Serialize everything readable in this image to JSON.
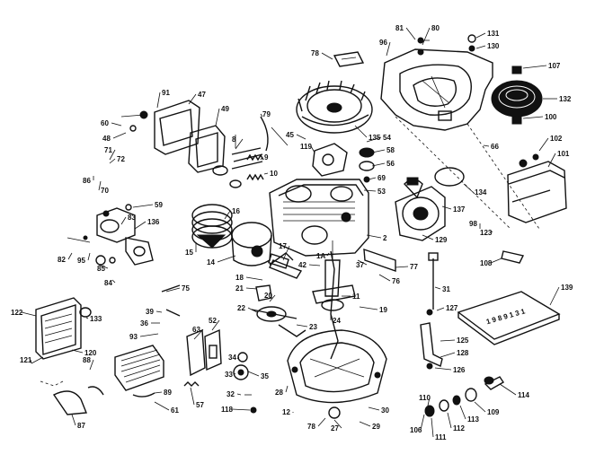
{
  "labels": [
    {
      "id": "81",
      "text": "81"
    },
    {
      "id": "80",
      "text": "80"
    },
    {
      "id": "131",
      "text": "131"
    },
    {
      "id": "130",
      "text": "130"
    },
    {
      "id": "96",
      "text": "96"
    },
    {
      "id": "78",
      "text": "78"
    },
    {
      "id": "107",
      "text": "107"
    },
    {
      "id": "132",
      "text": "132"
    },
    {
      "id": "100",
      "text": "100"
    },
    {
      "id": "102",
      "text": "102"
    },
    {
      "id": "101",
      "text": "101"
    },
    {
      "id": "91",
      "text": "91"
    },
    {
      "id": "47",
      "text": "47"
    },
    {
      "id": "49",
      "text": "49"
    },
    {
      "id": "79",
      "text": "79"
    },
    {
      "id": "60",
      "text": "60"
    },
    {
      "id": "48",
      "text": "48"
    },
    {
      "id": "71",
      "text": "71"
    },
    {
      "id": "72",
      "text": "72"
    },
    {
      "id": "86",
      "text": "86"
    },
    {
      "id": "70",
      "text": "70"
    },
    {
      "id": "45",
      "text": "45"
    },
    {
      "id": "135",
      "text": "135"
    },
    {
      "id": "54",
      "text": "54"
    },
    {
      "id": "119",
      "text": "119"
    },
    {
      "id": "58",
      "text": "58"
    },
    {
      "id": "56",
      "text": "56"
    },
    {
      "id": "69",
      "text": "69"
    },
    {
      "id": "53",
      "text": "53"
    },
    {
      "id": "134",
      "text": "134"
    },
    {
      "id": "137",
      "text": "137"
    },
    {
      "id": "59",
      "text": "59"
    },
    {
      "id": "83",
      "text": "83"
    },
    {
      "id": "136",
      "text": "136"
    },
    {
      "id": "16",
      "text": "16"
    },
    {
      "id": "15",
      "text": "15"
    },
    {
      "id": "14",
      "text": "14"
    },
    {
      "id": "129",
      "text": "129"
    },
    {
      "id": "123",
      "text": "123"
    },
    {
      "id": "108",
      "text": "108"
    },
    {
      "id": "82",
      "text": "82"
    },
    {
      "id": "95",
      "text": "95"
    },
    {
      "id": "85",
      "text": "85"
    },
    {
      "id": "84",
      "text": "84"
    },
    {
      "id": "2",
      "text": "2"
    },
    {
      "id": "17",
      "text": "17"
    },
    {
      "id": "42",
      "text": "42"
    },
    {
      "id": "77",
      "text": "77"
    },
    {
      "id": "76",
      "text": "76"
    },
    {
      "id": "75",
      "text": "75"
    },
    {
      "id": "18",
      "text": "18"
    },
    {
      "id": "21",
      "text": "21"
    },
    {
      "id": "20",
      "text": "20"
    },
    {
      "id": "11",
      "text": "11"
    },
    {
      "id": "31",
      "text": "31"
    },
    {
      "id": "139",
      "text": "139"
    },
    {
      "id": "122",
      "text": "122"
    },
    {
      "id": "133",
      "text": "133"
    },
    {
      "id": "39",
      "text": "39"
    },
    {
      "id": "36",
      "text": "36"
    },
    {
      "id": "93",
      "text": "93"
    },
    {
      "id": "22",
      "text": "22"
    },
    {
      "id": "23",
      "text": "23"
    },
    {
      "id": "127",
      "text": "127"
    },
    {
      "id": "120",
      "text": "120"
    },
    {
      "id": "121",
      "text": "121"
    },
    {
      "id": "63",
      "text": "63"
    },
    {
      "id": "52",
      "text": "52"
    },
    {
      "id": "34",
      "text": "34"
    },
    {
      "id": "35",
      "text": "35"
    },
    {
      "id": "33",
      "text": "33"
    },
    {
      "id": "32",
      "text": "32"
    },
    {
      "id": "118",
      "text": "118"
    },
    {
      "id": "125",
      "text": "125"
    },
    {
      "id": "128",
      "text": "128"
    },
    {
      "id": "126",
      "text": "126"
    },
    {
      "id": "88",
      "text": "88"
    },
    {
      "id": "89",
      "text": "89"
    },
    {
      "id": "57",
      "text": "57"
    },
    {
      "id": "61",
      "text": "61"
    },
    {
      "id": "87",
      "text": "87"
    },
    {
      "id": "28",
      "text": "28"
    },
    {
      "id": "24",
      "text": "24"
    },
    {
      "id": "12",
      "text": "12"
    },
    {
      "id": "30",
      "text": "30"
    },
    {
      "id": "110",
      "text": "110"
    },
    {
      "id": "114",
      "text": "114"
    },
    {
      "id": "109",
      "text": "109"
    },
    {
      "id": "113",
      "text": "113"
    },
    {
      "id": "112",
      "text": "112"
    },
    {
      "id": "111",
      "text": "111"
    },
    {
      "id": "106",
      "text": "106"
    },
    {
      "id": "78b",
      "text": "78"
    },
    {
      "id": "27",
      "text": "27"
    },
    {
      "id": "29",
      "text": "29"
    },
    {
      "id": "8",
      "text": "8"
    },
    {
      "id": "9",
      "text": "9"
    },
    {
      "id": "10",
      "text": "10"
    },
    {
      "id": "1A",
      "text": "1A"
    },
    {
      "id": "37",
      "text": "37"
    },
    {
      "id": "66",
      "text": "66"
    },
    {
      "id": "98",
      "text": "98"
    },
    {
      "id": "19",
      "text": "19"
    }
  ],
  "manual_text": "1 9 8 9 1 3 1"
}
